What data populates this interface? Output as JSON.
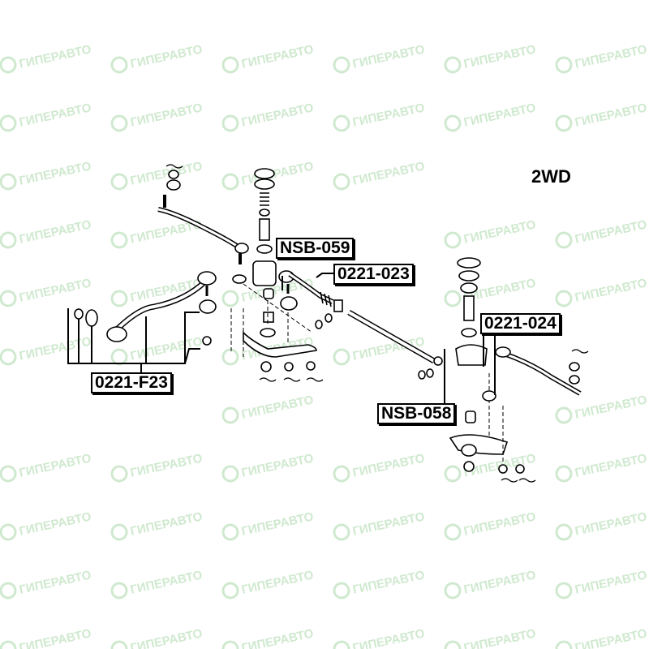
{
  "title": "2WD",
  "watermark": "ГИПЕРАВТО",
  "part_labels": [
    "NSB-059",
    "0221-023",
    "0221-F23",
    "0221-024",
    "NSB-058"
  ],
  "colors": {
    "line": "#000000",
    "watermark": "#cfe9cf",
    "background": "#ffffff"
  }
}
